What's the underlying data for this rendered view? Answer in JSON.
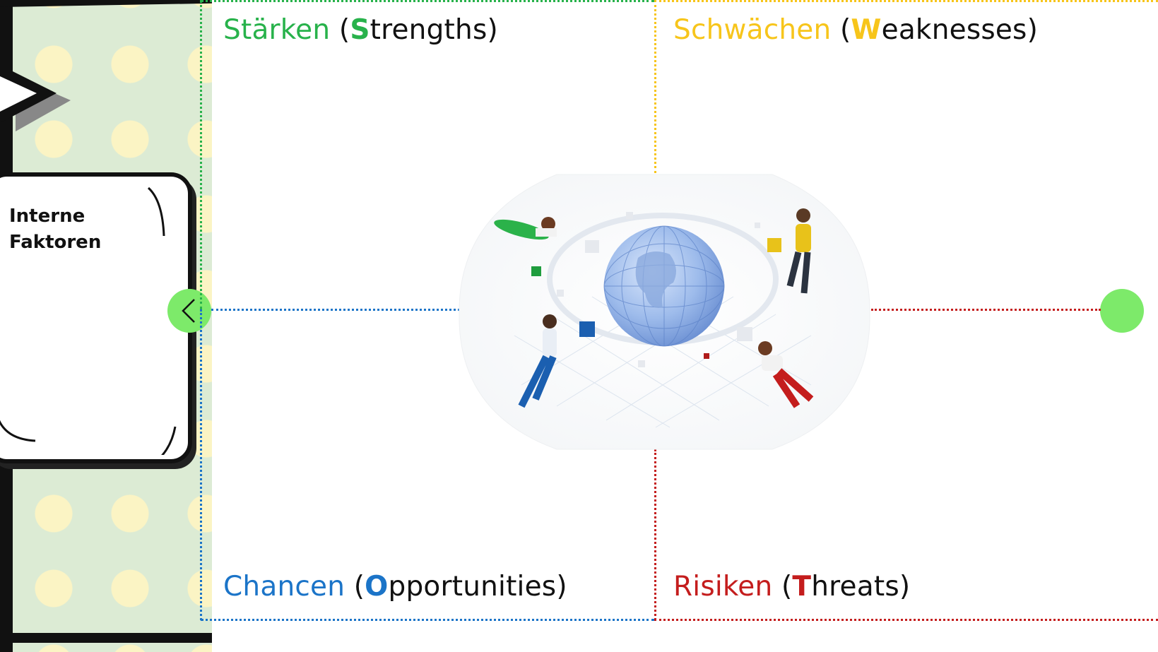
{
  "colors": {
    "strengths": "#28b24b",
    "weaknesses": "#f7c51b",
    "opportunities": "#1b74c8",
    "threats": "#c41d1d",
    "nav_button": "#7dea6a"
  },
  "left_panel": {
    "bubble_line1": "Interne",
    "bubble_line2": "Faktoren"
  },
  "nav": {
    "prev_icon": "chevron-left-icon",
    "next_icon": "chevron-right-icon"
  },
  "quadrants": {
    "strengths": {
      "label": "Stärken",
      "open": " (",
      "initial": "S",
      "rest": "trengths",
      "close": ")"
    },
    "weaknesses": {
      "label": "Schwächen",
      "open": " (",
      "initial": "W",
      "rest": "eaknesses",
      "close": ")"
    },
    "opportunities": {
      "label": "Chancen",
      "open": " (",
      "initial": "O",
      "rest": "pportunities",
      "close": ")"
    },
    "threats": {
      "label": "Risiken",
      "open": " (",
      "initial": "T",
      "rest": "hreats",
      "close": ")"
    }
  },
  "illustration": {
    "icon": "globe-vr-people-illustration"
  }
}
